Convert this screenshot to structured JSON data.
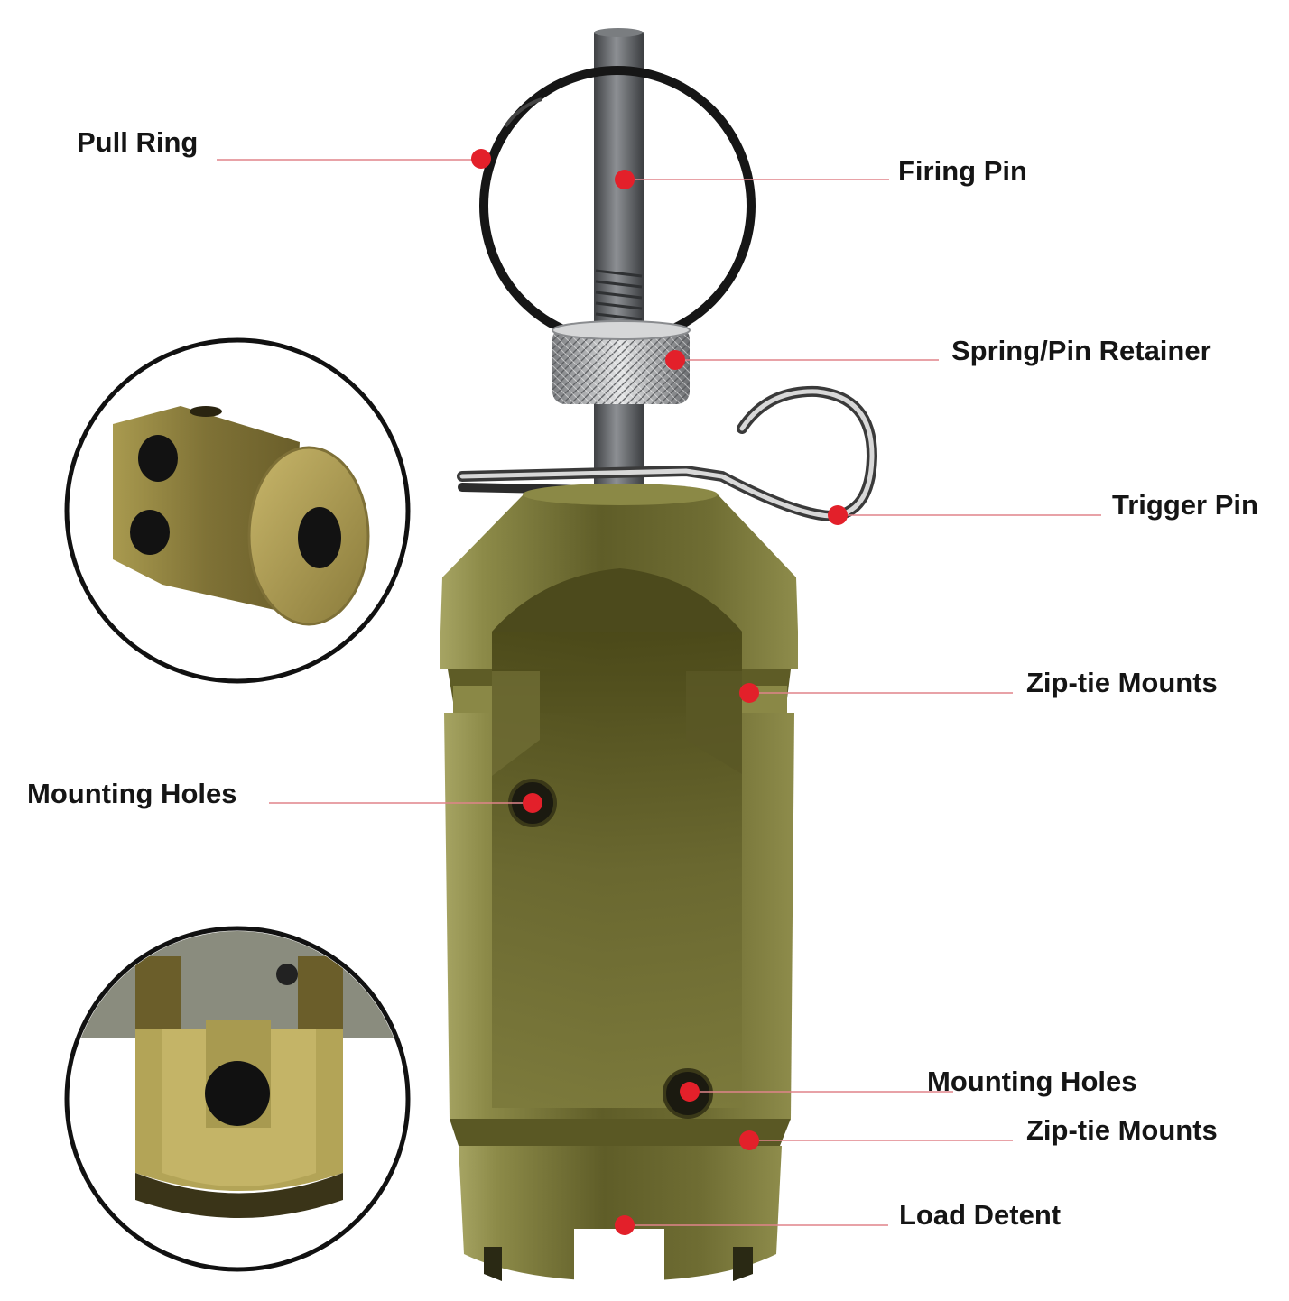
{
  "colors": {
    "body": "#7a7838",
    "body_dark": "#4f4d20",
    "body_light": "#9c9a58",
    "pin_steel": "#5c5f62",
    "ring": "#1a1a1a",
    "marker": "#e3202a",
    "leader": "#e0848a",
    "text": "#151515"
  },
  "icons": {
    "marker": "red-dot-icon",
    "ring": "pull-ring-icon",
    "hook": "trigger-hook-icon"
  },
  "callouts": [
    {
      "id": "pull-ring",
      "label": "Pull Ring"
    },
    {
      "id": "firing-pin",
      "label": "Firing Pin"
    },
    {
      "id": "spring-pin-retainer",
      "label": "Spring/Pin Retainer"
    },
    {
      "id": "trigger-pin",
      "label": "Trigger Pin"
    },
    {
      "id": "zip-tie-mounts-top",
      "label": "Zip-tie Mounts"
    },
    {
      "id": "mounting-holes-left",
      "label": "Mounting Holes"
    },
    {
      "id": "mounting-holes-bottom",
      "label": "Mounting Holes"
    },
    {
      "id": "zip-tie-mounts-bottom",
      "label": "Zip-tie Mounts"
    },
    {
      "id": "load-detent",
      "label": "Load Detent"
    }
  ]
}
